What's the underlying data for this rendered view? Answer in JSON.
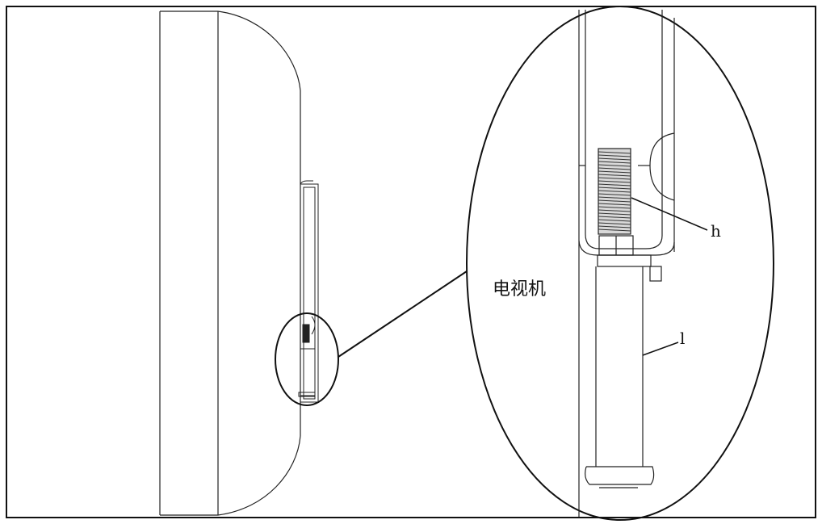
{
  "labels": {
    "tv": "电视机",
    "h": "h",
    "l": "l"
  }
}
